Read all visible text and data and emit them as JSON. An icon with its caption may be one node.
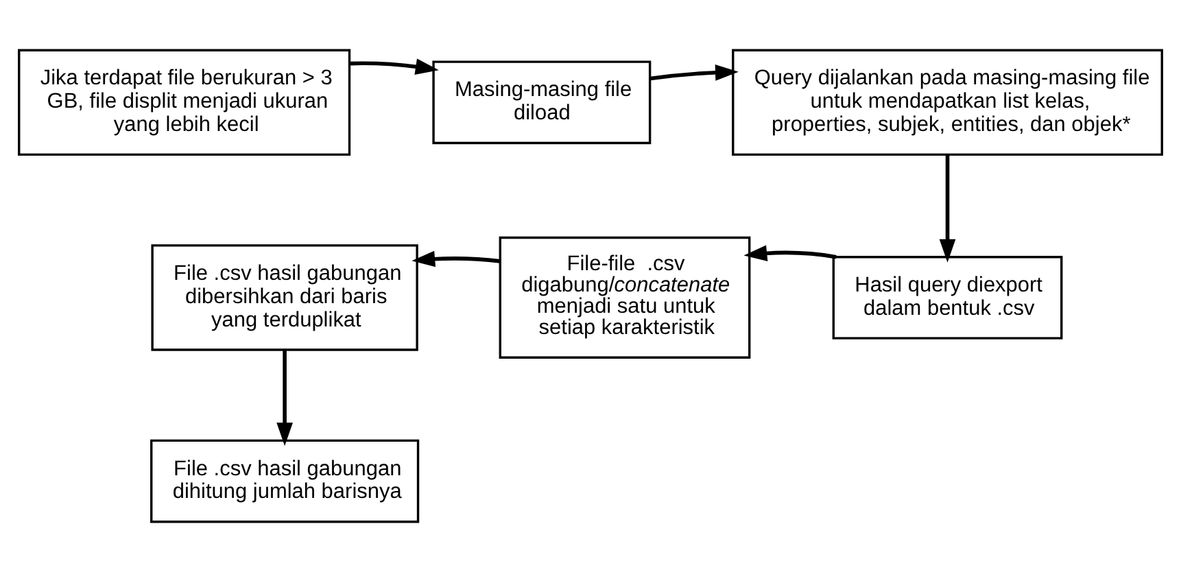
{
  "diagram": {
    "nodes": [
      {
        "text": [
          "Jika terdapat file berukuran > 3 GB, file displit menjadi ukuran yang lebih kecil"
        ]
      },
      {
        "text": [
          "Masing-masing file diload"
        ]
      },
      {
        "text": [
          "Query dijalankan pada masing-masing file untuk mendapatkan list kelas, properties, subjek, entities, dan objek*"
        ]
      },
      {
        "text": [
          "Hasil query diexport dalam bentuk .csv"
        ]
      },
      {
        "text": [
          "File-file  .csv digabung/*concatenate* menjadi satu untuk setiap karakteristik"
        ]
      },
      {
        "text": [
          "File .csv hasil gabungan dibersihkan dari baris yang terduplikat"
        ]
      },
      {
        "text": [
          "File .csv hasil gabungan dihitung jumlah barisnya"
        ]
      }
    ],
    "edges": [
      {
        "from": 0,
        "to": 1,
        "arrow": "to"
      },
      {
        "from": 1,
        "to": 2,
        "arrow": "to"
      },
      {
        "from": 2,
        "to": 3,
        "arrow": "to"
      },
      {
        "from": 3,
        "to": 4,
        "arrow": "to"
      },
      {
        "from": 4,
        "to": 5,
        "arrow": "to"
      },
      {
        "from": 5,
        "to": 6,
        "arrow": "to"
      }
    ]
  }
}
